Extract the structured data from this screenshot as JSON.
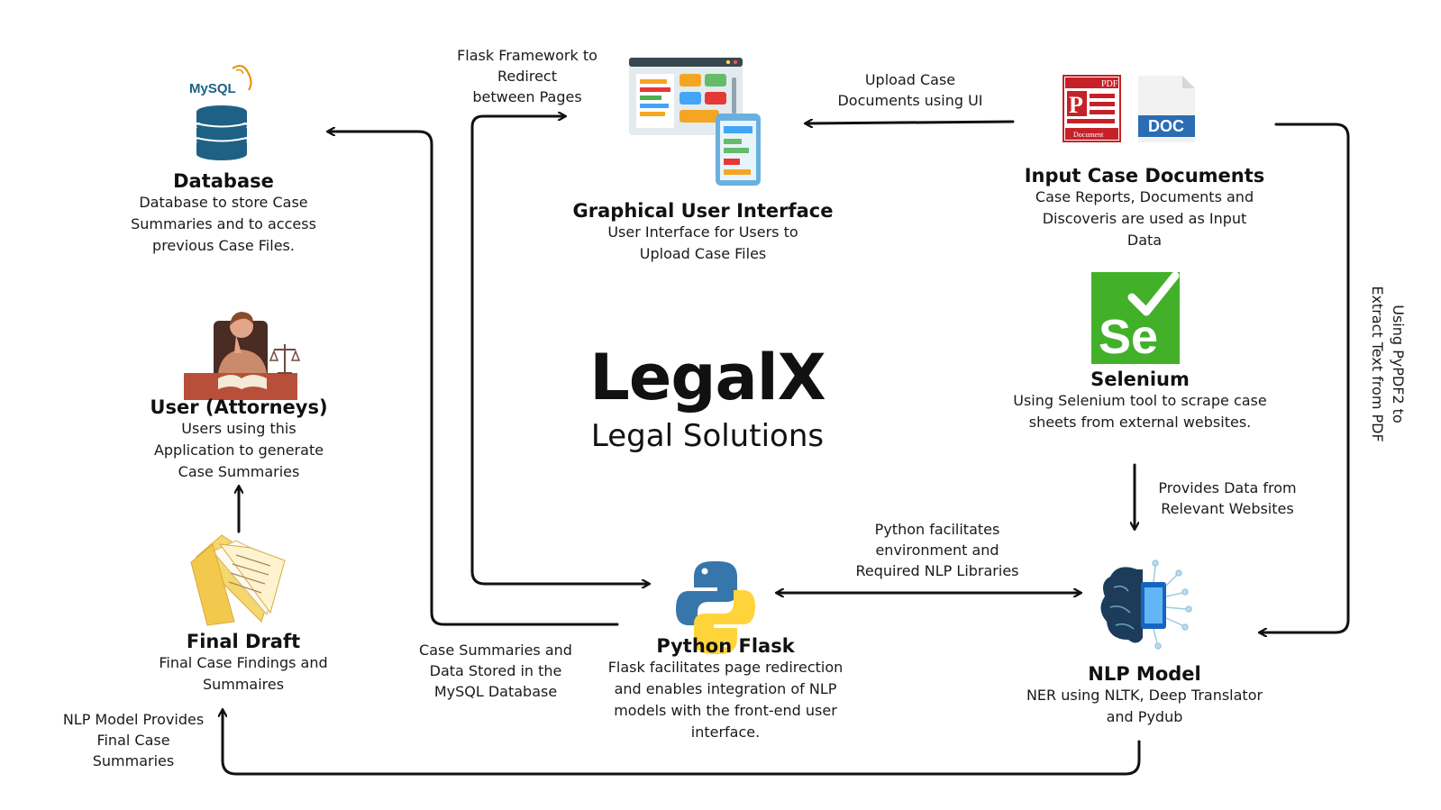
{
  "brand": {
    "name": "LegalX",
    "tagline": "Legal Solutions"
  },
  "icon_labels": {
    "mysql": "MySQL",
    "pdf": "PDF",
    "pdf_caption": "Document",
    "doc": "DOC",
    "selenium": "Se"
  },
  "nodes": {
    "database": {
      "title": "Database",
      "desc": [
        "Database to store Case",
        "Summaries and to access",
        "previous Case Files."
      ]
    },
    "gui": {
      "title": "Graphical User Interface",
      "desc": [
        "User Interface for Users to",
        "Upload Case Files"
      ]
    },
    "input_docs": {
      "title": "Input Case Documents",
      "desc": [
        "Case Reports, Documents and",
        "Discoveris are used as Input",
        "Data"
      ]
    },
    "user": {
      "title": "User (Attorneys)",
      "desc": [
        "Users using this",
        "Application to generate",
        "Case Summaries"
      ]
    },
    "selenium": {
      "title": "Selenium",
      "desc": [
        "Using Selenium tool to scrape case",
        "sheets from external websites."
      ]
    },
    "final_draft": {
      "title": "Final Draft",
      "desc": [
        "Final Case Findings and",
        "Summaires"
      ]
    },
    "python_flask": {
      "title": "Python Flask",
      "desc": [
        "Flask facilitates page redirection",
        "and enables integration of NLP",
        "models with the front-end user",
        "interface."
      ]
    },
    "nlp_model": {
      "title": "NLP Model",
      "desc": [
        "NER using NLTK, Deep Translator",
        "and Pydub"
      ]
    }
  },
  "edge_labels": {
    "flask_redirect": [
      "Flask Framework to",
      "Redirect",
      "between Pages"
    ],
    "upload_docs": [
      "Upload Case",
      "Documents using UI"
    ],
    "pypdf": [
      "Using PyPDF2 to",
      "Extract  Text from PDF"
    ],
    "provides_data": [
      "Provides Data from",
      "Relevant  Websites"
    ],
    "python_env": [
      "Python facilitates",
      "environment and",
      "Required NLP Libraries"
    ],
    "summaries_stored": [
      "Case Summaries and",
      "Data Stored in the",
      "MySQL Database"
    ],
    "nlp_final": [
      "NLP Model Provides",
      "Final Case",
      "Summaries"
    ]
  },
  "colors": {
    "arrow": "#111111",
    "db_blue": "#1e6184",
    "mysql_orange": "#e48e00",
    "pdf_red": "#c62128",
    "doc_blue": "#2b6cb5",
    "selenium_green": "#43b02a",
    "python_blue": "#3776ab",
    "python_yellow": "#ffd43b"
  }
}
